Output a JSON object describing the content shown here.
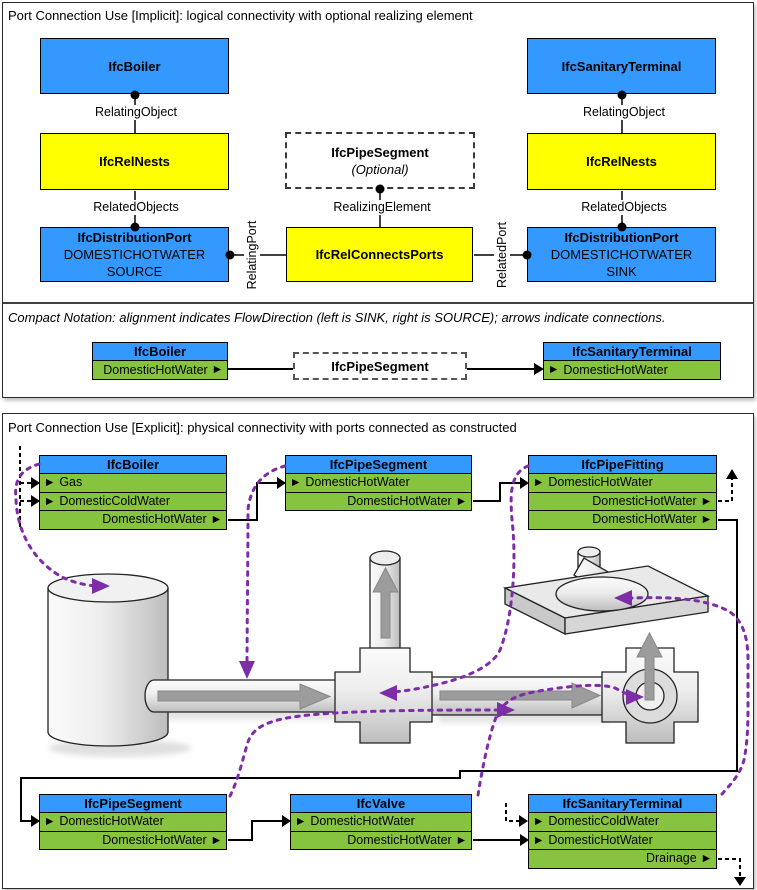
{
  "icons": {
    "flow_arrow": "▶"
  },
  "colors": {
    "blue": "#3399FF",
    "yellow": "#FFFF00",
    "green": "#86C440",
    "purple": "#7D2DA8"
  },
  "implicit": {
    "title": "Port Connection Use [Implicit]: logical connectivity with optional realizing element",
    "boiler": "IfcBoiler",
    "terminal": "IfcSanitaryTerminal",
    "rel_nests": "IfcRelNests",
    "pipe_segment": "IfcPipeSegment",
    "optional": "(Optional)",
    "rel_connects": "IfcRelConnectsPorts",
    "relating_object": "RelatingObject",
    "related_objects": "RelatedObjects",
    "realizing_element": "RealizingElement",
    "relating_port": "RelatingPort",
    "related_port": "RelatedPort",
    "port_source": {
      "title": "IfcDistributionPort",
      "system": "DOMESTICHOTWATER",
      "flow": "SOURCE"
    },
    "port_sink": {
      "title": "IfcDistributionPort",
      "system": "DOMESTICHOTWATER",
      "flow": "SINK"
    }
  },
  "compact": {
    "note": "Compact Notation: alignment indicates FlowDirection (left is SINK, right is SOURCE); arrows indicate connections.",
    "boiler": "IfcBoiler",
    "boiler_port": "DomesticHotWater",
    "pipe_segment": "IfcPipeSegment",
    "terminal": "IfcSanitaryTerminal",
    "terminal_port": "DomesticHotWater"
  },
  "explicit": {
    "title": "Port Connection Use [Explicit]: physical connectivity with ports connected as constructed",
    "tables": {
      "boiler": {
        "title": "IfcBoiler",
        "ports": [
          {
            "dir": "in",
            "label": "Gas"
          },
          {
            "dir": "in",
            "label": "DomesticColdWater"
          },
          {
            "dir": "out",
            "label": "DomesticHotWater"
          }
        ]
      },
      "pipe_top": {
        "title": "IfcPipeSegment",
        "ports": [
          {
            "dir": "in",
            "label": "DomesticHotWater"
          },
          {
            "dir": "out",
            "label": "DomesticHotWater"
          }
        ]
      },
      "fitting": {
        "title": "IfcPipeFitting",
        "ports": [
          {
            "dir": "in",
            "label": "DomesticHotWater"
          },
          {
            "dir": "out",
            "label": "DomesticHotWater"
          },
          {
            "dir": "out",
            "label": "DomesticHotWater"
          }
        ]
      },
      "pipe_bottom": {
        "title": "IfcPipeSegment",
        "ports": [
          {
            "dir": "in",
            "label": "DomesticHotWater"
          },
          {
            "dir": "out",
            "label": "DomesticHotWater"
          }
        ]
      },
      "valve": {
        "title": "IfcValve",
        "ports": [
          {
            "dir": "in",
            "label": "DomesticHotWater"
          },
          {
            "dir": "out",
            "label": "DomesticHotWater"
          }
        ]
      },
      "terminal": {
        "title": "IfcSanitaryTerminal",
        "ports": [
          {
            "dir": "in",
            "label": "DomesticColdWater"
          },
          {
            "dir": "in",
            "label": "DomesticHotWater"
          },
          {
            "dir": "out",
            "label": "Drainage"
          }
        ]
      }
    }
  }
}
